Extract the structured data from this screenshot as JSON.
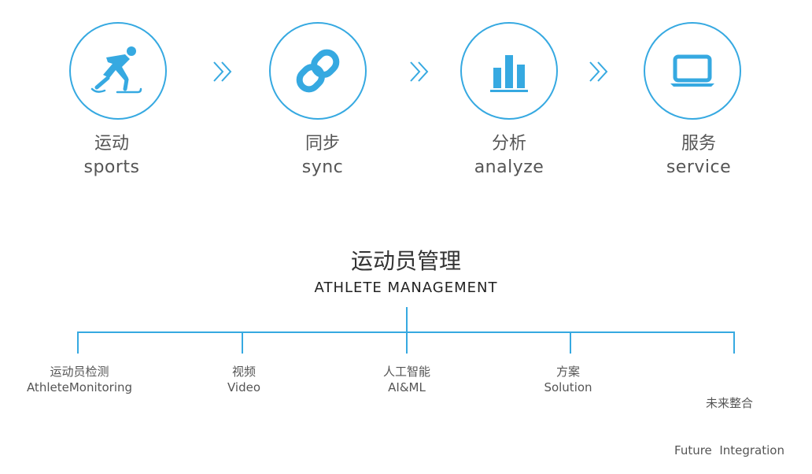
{
  "accent_color": "#36a9e1",
  "steps": [
    {
      "cn": "运动",
      "en": "sports",
      "icon": "skater-icon"
    },
    {
      "cn": "同步",
      "en": "sync",
      "icon": "link-icon"
    },
    {
      "cn": "分析",
      "en": "analyze",
      "icon": "bar-chart-icon"
    },
    {
      "cn": "服务",
      "en": "service",
      "icon": "laptop-icon"
    }
  ],
  "arrow_icon": "double-chevron-right-icon",
  "management": {
    "title": "运动员管理",
    "subtitle": "ATHLETE MANAGEMENT"
  },
  "branches": [
    {
      "cn": "运动员检测",
      "en": "AthleteMonitoring"
    },
    {
      "cn": "视频",
      "en": "Video"
    },
    {
      "cn": "人工智能",
      "en": "AI&ML"
    },
    {
      "cn": "方案",
      "en": "Solution"
    },
    {
      "cn": "未来整合",
      "en": "Future  Integration"
    }
  ]
}
